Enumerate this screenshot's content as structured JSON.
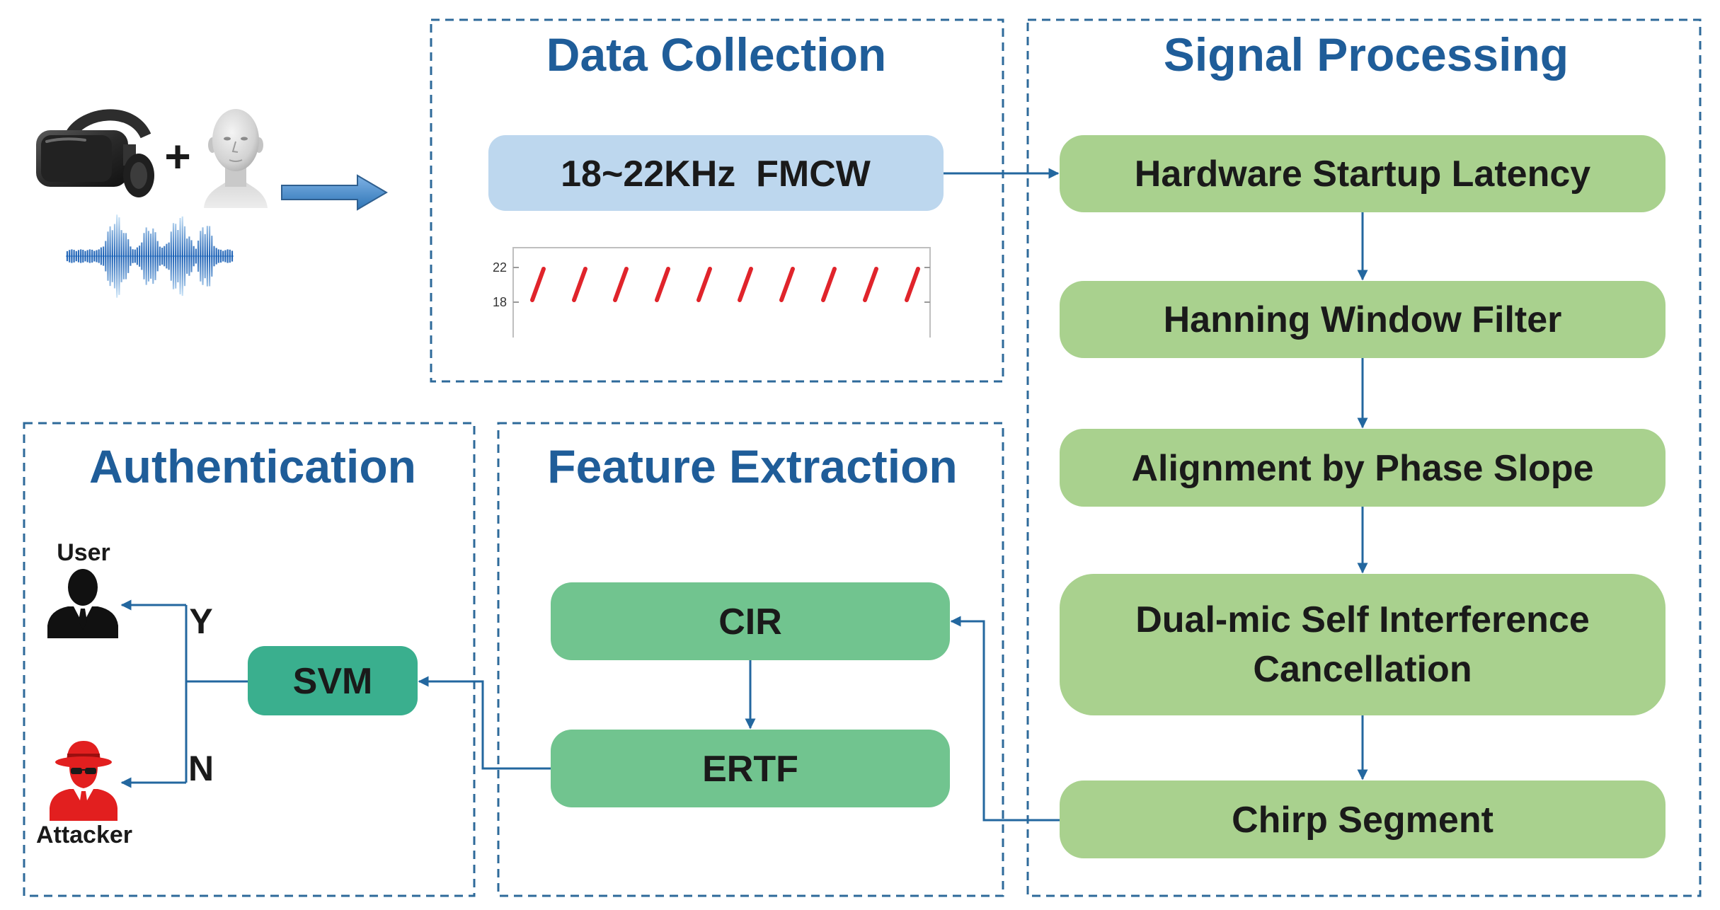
{
  "input": {
    "plus": "+"
  },
  "data_collection": {
    "title": "Data Collection",
    "signal_label": "18~22KHz  FMCW",
    "plot": {
      "y_ticks": [
        "22",
        "18"
      ]
    }
  },
  "signal_processing": {
    "title": "Signal Processing",
    "steps": [
      {
        "label": "Hardware Startup Latency"
      },
      {
        "label": "Hanning Window Filter"
      },
      {
        "label": "Alignment by Phase Slope"
      },
      {
        "label_lines": [
          "Dual-mic Self Interference",
          "Cancellation"
        ]
      },
      {
        "label": "Chirp Segment"
      }
    ]
  },
  "feature_extraction": {
    "title": "Feature Extraction",
    "nodes": [
      "CIR",
      "ERTF"
    ]
  },
  "authentication": {
    "title": "Authentication",
    "classifier": "SVM",
    "yes_label": "Y",
    "no_label": "N",
    "user_label": "User",
    "attacker_label": "Attacker"
  },
  "icons": {
    "headset": "vr-headset-icon",
    "head": "human-head-icon",
    "sound": "sound-wave-icon",
    "input_arrow": "block-arrow-right-icon",
    "user": "user-icon",
    "attacker": "attacker-icon"
  },
  "colors": {
    "title": "#1f5d99",
    "section_border": "#2e6a9a",
    "flow_arrow": "#23679f",
    "signal_box": "#bdd7ee",
    "processing_step": "#a9d18e",
    "feature_node": "#71c48f",
    "classifier": "#3aaf8e",
    "chirp": "#e0242b",
    "attacker": "#e21f1f",
    "user": "#111111"
  }
}
